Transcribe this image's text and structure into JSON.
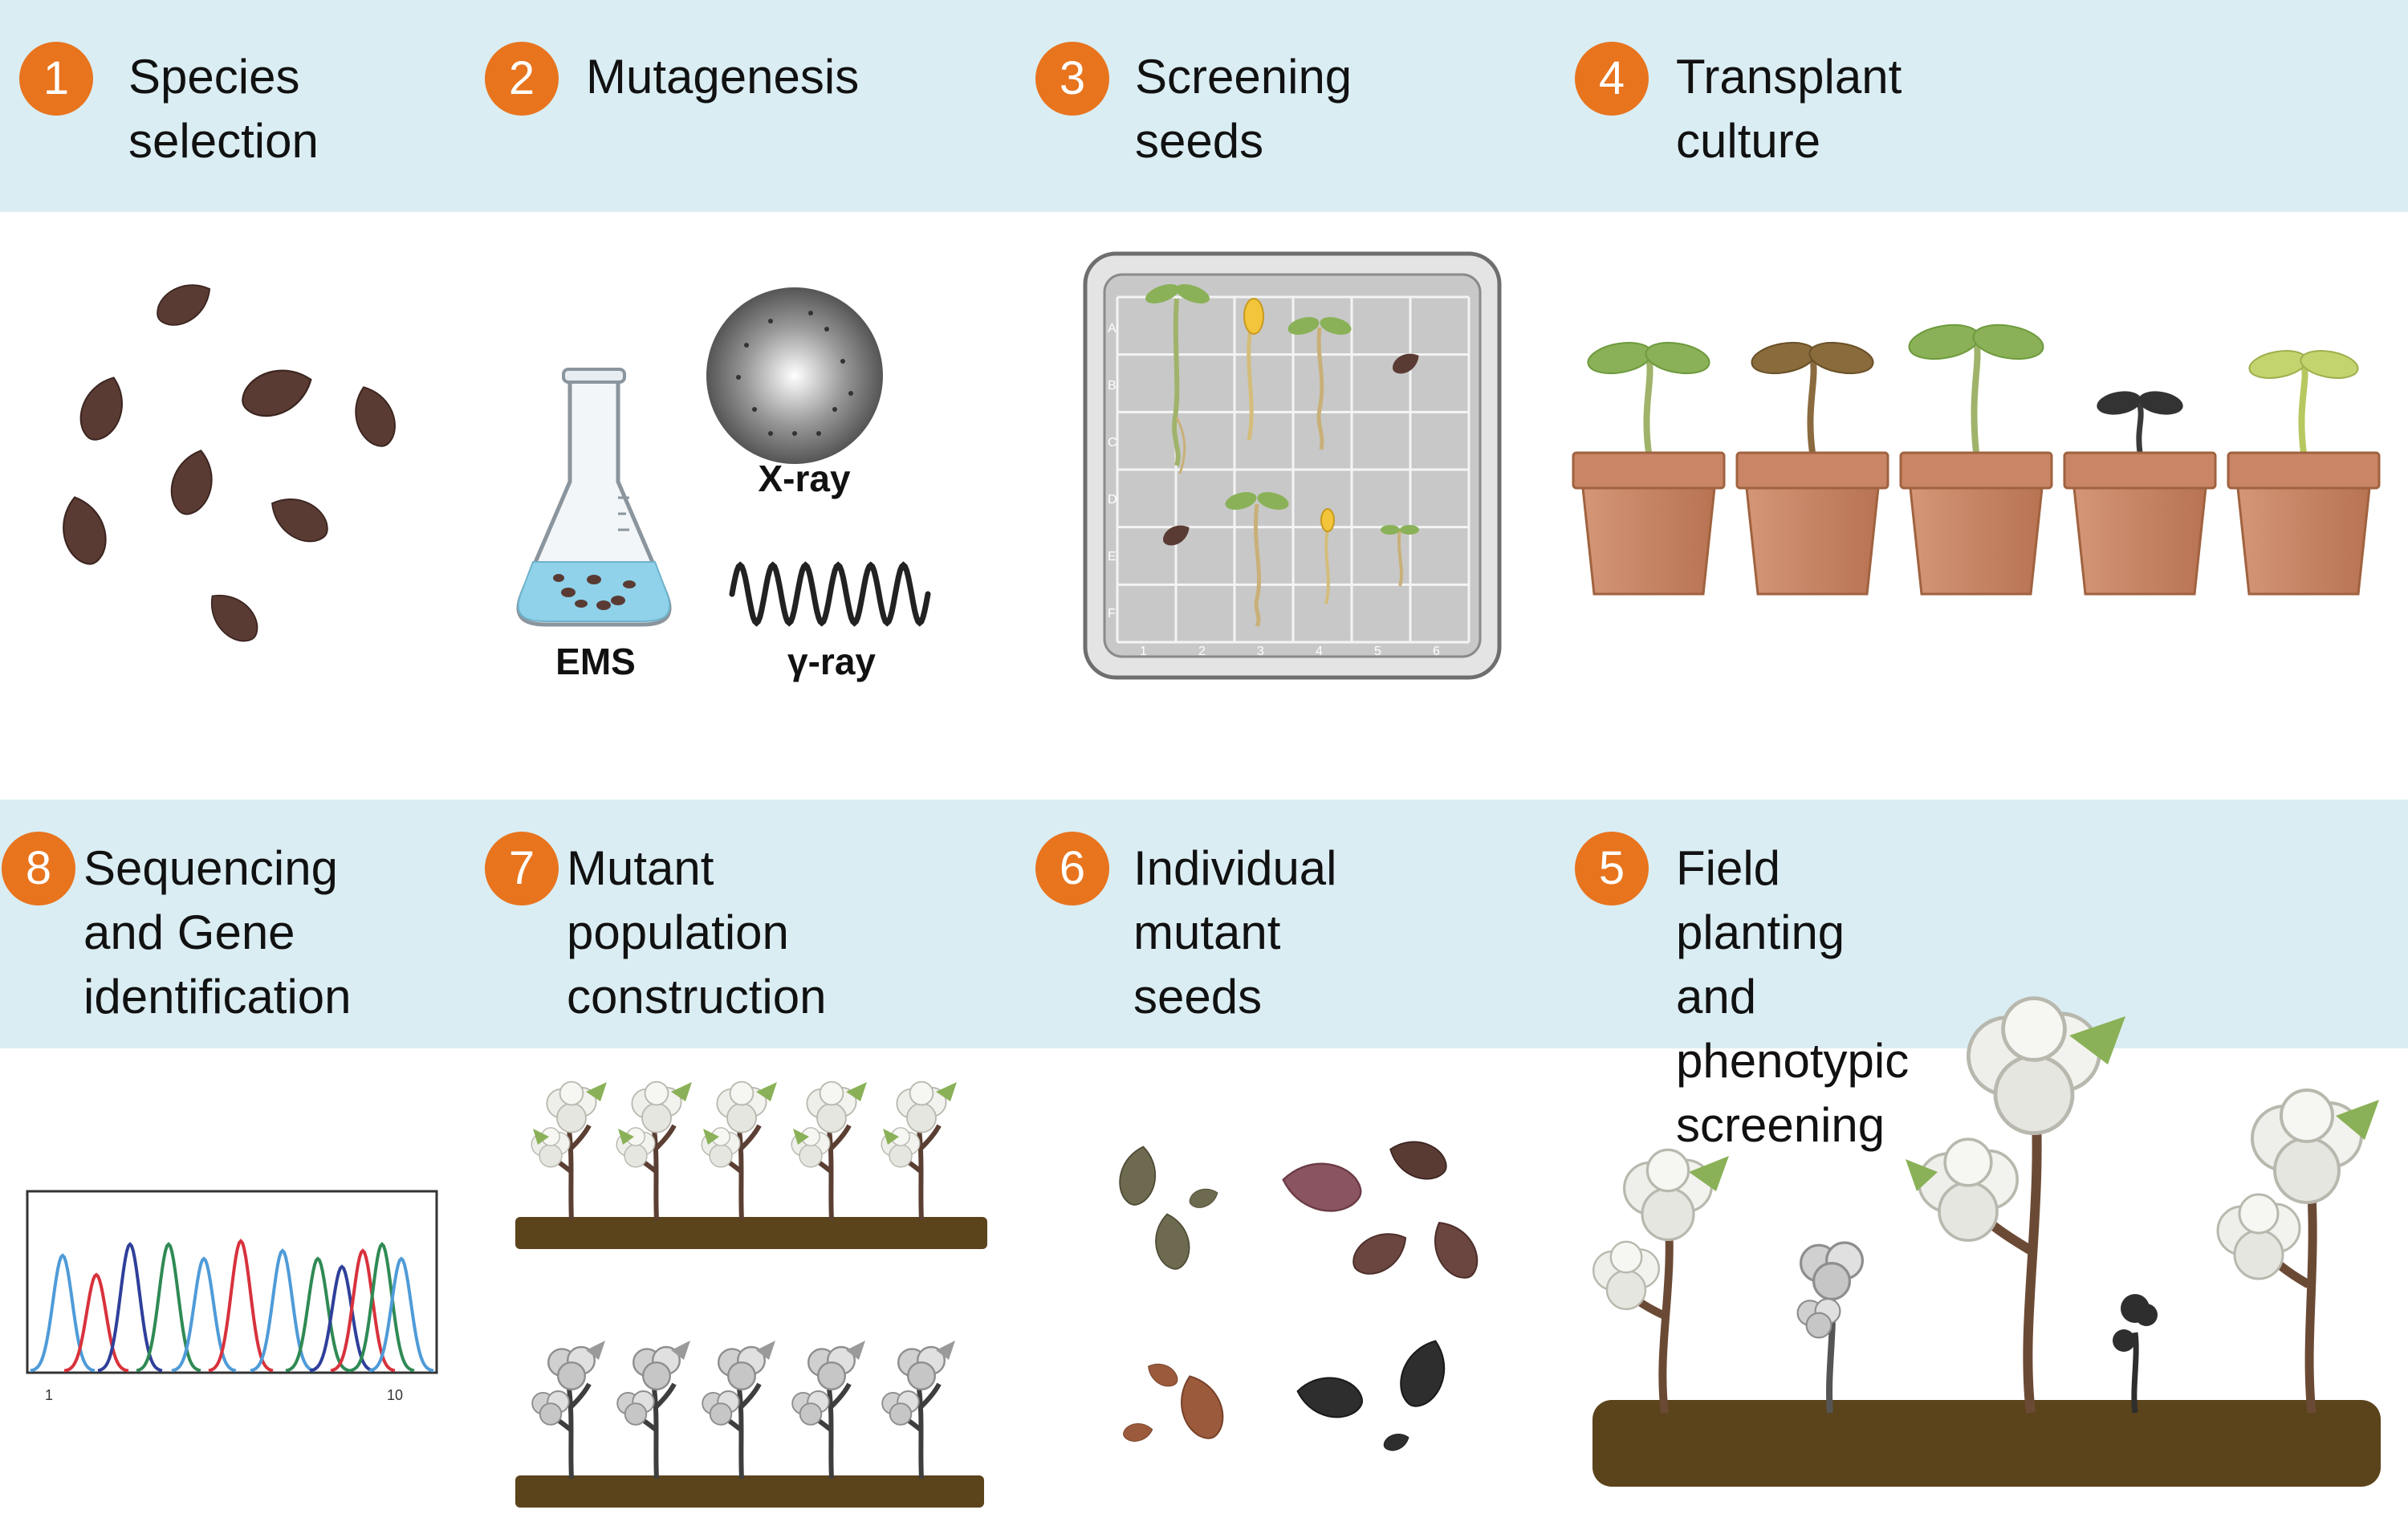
{
  "steps": {
    "s1": {
      "num": "1",
      "title": "Species\nselection"
    },
    "s2": {
      "num": "2",
      "title": "Mutagenesis"
    },
    "s3": {
      "num": "3",
      "title": "Screening seeds"
    },
    "s4": {
      "num": "4",
      "title": "Transplant culture"
    },
    "s5": {
      "num": "5",
      "title": "Field planting and\nphenotypic screening"
    },
    "s6": {
      "num": "6",
      "title": "Individual mutant\nseeds"
    },
    "s7": {
      "num": "7",
      "title": "Mutant population\nconstruction"
    },
    "s8": {
      "num": "8",
      "title": "Sequencing\nand Gene\nidentification"
    }
  },
  "mutagens": {
    "ems": "EMS",
    "xray": "X-ray",
    "gray": "γ-ray"
  },
  "plate": {
    "rows": [
      "A",
      "B",
      "C",
      "D",
      "E",
      "F"
    ],
    "cols": [
      "1",
      "2",
      "3",
      "4",
      "5",
      "6"
    ]
  },
  "trace": {
    "tick_start": "1",
    "tick_end": "10"
  },
  "colors": {
    "band": "#daedf3",
    "badge": "#e8741e",
    "seed": "#5a3b34",
    "pot": "#c98566",
    "soil": "#5b431b",
    "leaf": "#8ab157"
  }
}
